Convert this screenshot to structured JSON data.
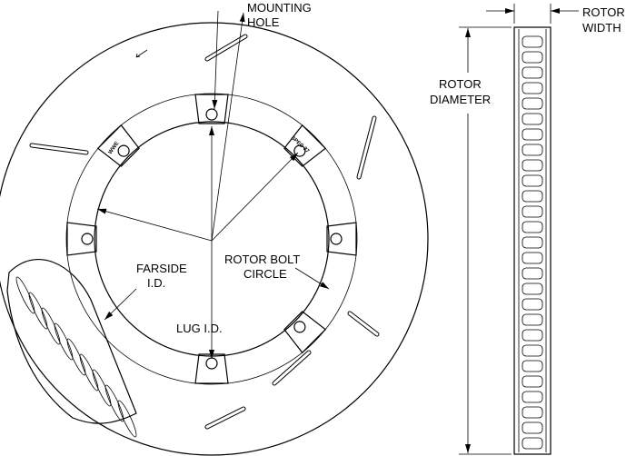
{
  "labels": {
    "mounting_hole": [
      "MOUNTING",
      "HOLE"
    ],
    "rotor_width": [
      "ROTOR",
      "WIDTH"
    ],
    "rotor_diameter": [
      "ROTOR",
      "DIAMETER"
    ],
    "farside_id": [
      "FARSIDE",
      "I.D."
    ],
    "rotor_bolt_circle": [
      "ROTOR BOLT",
      "CIRCLE"
    ],
    "lug_id": "LUG I.D."
  },
  "markings": {
    "brand": "WWE",
    "spec": "SPEC 37"
  },
  "icons": {
    "rotation": "rotation-arrow-icon"
  }
}
